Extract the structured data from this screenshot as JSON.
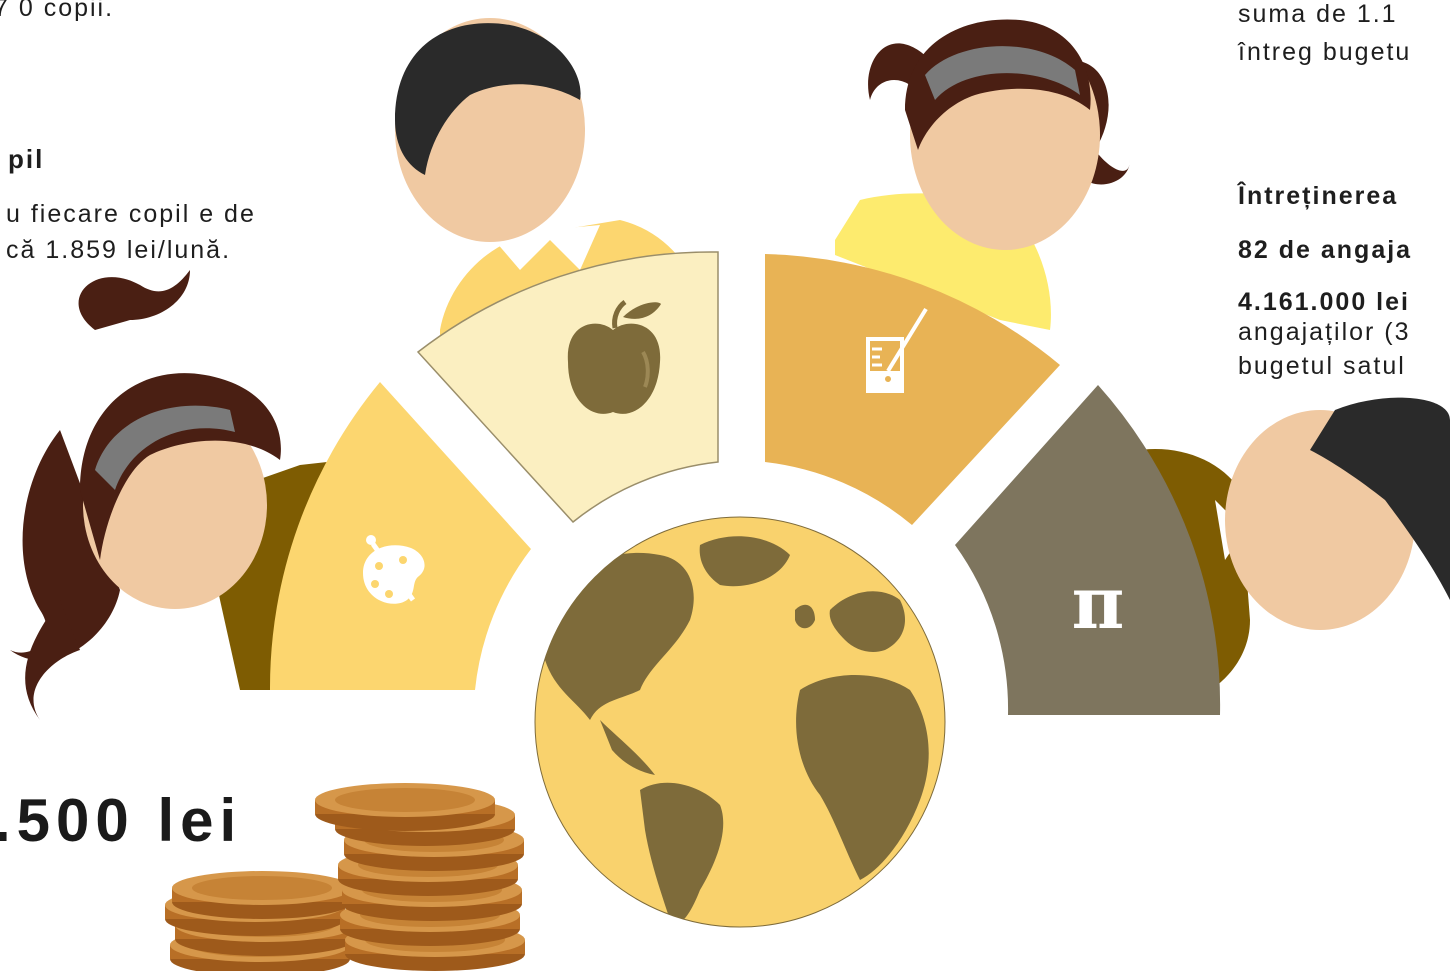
{
  "left_panel": {
    "line_top": "7 0 copii.",
    "heading": "pil",
    "text_line1": "u fiecare copil e de",
    "text_line2": "că 1.859 lei/lună."
  },
  "right_panel": {
    "line_top1": "suma de 1.1",
    "line_top2": "întreg bugetu",
    "heading": "Întreținerea",
    "bold_line1": "82 de angaja",
    "bold_line2": "4.161.000 lei",
    "text_line1": "angajaților (3",
    "text_line2": "bugetul satul"
  },
  "amount": ".500 lei",
  "segments": [
    {
      "icon": "palette-icon",
      "color": "#FCD66F"
    },
    {
      "icon": "apple-icon",
      "color": "#FBEFC1"
    },
    {
      "icon": "beaker-icon",
      "color": "#E8B355"
    },
    {
      "icon": "pi-icon",
      "label": "π",
      "color": "#7E755E"
    }
  ],
  "colors": {
    "hair": "#4A1F13",
    "skin": "#F0C9A2",
    "headband": "#7A7A7A",
    "olive": "#7E5C02",
    "globe_ocean": "#F9D26D",
    "globe_land": "#7E6B3A",
    "coin": "#C9822E"
  }
}
